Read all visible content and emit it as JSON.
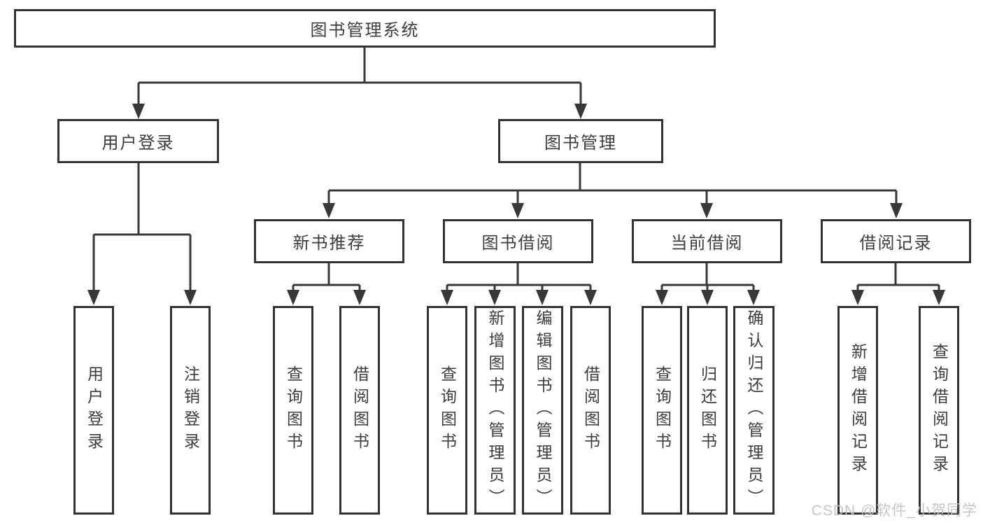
{
  "colors": {
    "line": "#383838",
    "box_border": "#333333",
    "box_background": "#ffffff",
    "text": "#3d3d3d",
    "watermark": "#c3c3c3"
  },
  "tree": {
    "root": {
      "label": "图书管理系统"
    },
    "branches": [
      {
        "label": "用户登录",
        "children": [
          {
            "label": "用户登录"
          },
          {
            "label": "注销登录"
          }
        ]
      },
      {
        "label": "图书管理",
        "children": [
          {
            "label": "新书推荐",
            "children": [
              {
                "label": "查询图书"
              },
              {
                "label": "借阅图书"
              }
            ]
          },
          {
            "label": "图书借阅",
            "children": [
              {
                "label": "查询图书"
              },
              {
                "label": "新增图书（管理员）"
              },
              {
                "label": "编辑图书（管理员）"
              },
              {
                "label": "借阅图书"
              }
            ]
          },
          {
            "label": "当前借阅",
            "children": [
              {
                "label": "查询图书"
              },
              {
                "label": "归还图书"
              },
              {
                "label": "确认归还（管理员）"
              }
            ]
          },
          {
            "label": "借阅记录",
            "children": [
              {
                "label": "新增借阅记录"
              },
              {
                "label": "查询借阅记录"
              }
            ]
          }
        ]
      }
    ]
  },
  "watermark": {
    "text": "CSDN @软件_小贺同学"
  }
}
